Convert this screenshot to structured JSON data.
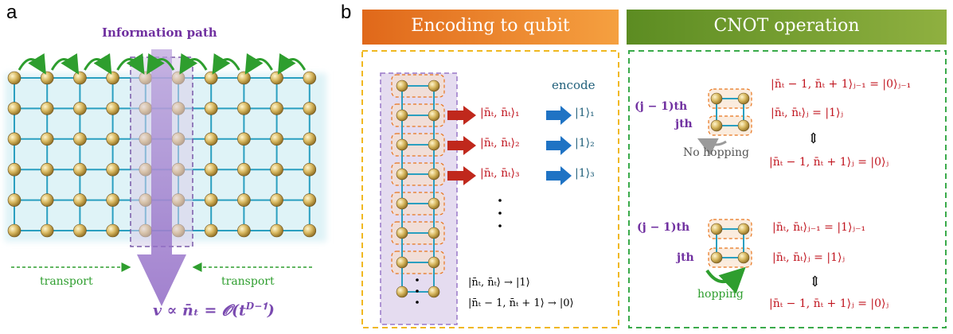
{
  "panel_a": {
    "letter": "a",
    "info_path_label": "Information path",
    "transport_left": "transport",
    "transport_right": "transport",
    "formula": "v ∝ n̄ₜ = 𝒪(t^{D−1})",
    "formula_main": "𝒗 ∝ n̄ₜ = 𝓞(𝒕",
    "formula_exp": "𝑫−𝟏",
    "formula_close": ")"
  },
  "panel_b": {
    "letter": "b",
    "encoding": {
      "title": "Encoding to qubit",
      "encode_label": "encode",
      "states": [
        "|n̄ₜ, n̄ₜ⟩₁",
        "|n̄ₜ, n̄ₜ⟩₂",
        "|n̄ₜ, n̄ₜ⟩₃"
      ],
      "qubits": [
        "|1⟩₁",
        "|1⟩₂",
        "|1⟩₃"
      ],
      "rule1": "|n̄ₜ, n̄ₜ⟩ → |1⟩",
      "rule2": "|n̄ₜ − 1, n̄ₜ + 1⟩ → |0⟩"
    },
    "cnot": {
      "title": "CNOT operation",
      "top": {
        "row1_label": "(j − 1)th",
        "row2_label": "jth",
        "eq1": "|n̄ₜ − 1, n̄ₜ + 1⟩ⱼ₋₁ = |0⟩ⱼ₋₁",
        "eq2": "|n̄ₜ, n̄ₜ⟩ⱼ = |1⟩ⱼ",
        "arrow": "⇕",
        "eq3": "|n̄ₜ − 1, n̄ₜ + 1⟩ⱼ = |0⟩ⱼ",
        "hop_label": "No hopping"
      },
      "bottom": {
        "row1_label": "(j − 1)th",
        "row2_label": "jth",
        "eq1": "|n̄ₜ, n̄ₜ⟩ⱼ₋₁ = |1⟩ⱼ₋₁",
        "eq2": "|n̄ₜ, n̄ₜ⟩ⱼ = |1⟩ⱼ",
        "arrow": "⇕",
        "eq3": "|n̄ₜ − 1, n̄ₜ + 1⟩ⱼ = |0⟩ⱼ",
        "hop_label": "hopping"
      }
    }
  },
  "colors": {
    "orange_title": "#e8741c",
    "green_title": "#6f9a2c",
    "lattice_line": "#2a9fc0",
    "node": "#d4b25a",
    "purple": "#8a5fc0",
    "red_eq": "#c0141e",
    "green_arrow": "#2e9e2e",
    "red_arrow": "#c0281c",
    "blue_arrow": "#1f73c4"
  }
}
